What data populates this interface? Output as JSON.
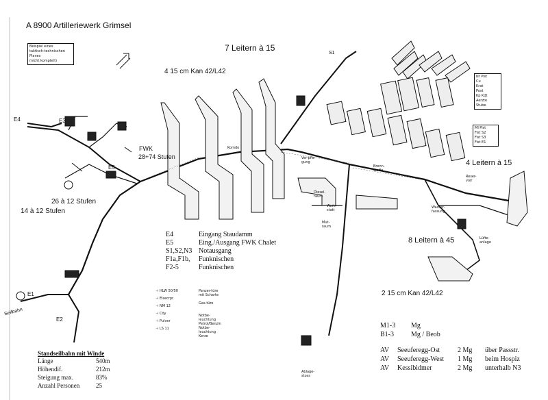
{
  "title": "A 8900   Artilleriewerk Grimsel",
  "note": [
    "Beispiel eines",
    "taktisch-technischen Planes",
    "(nicht komplett)"
  ],
  "gun_labels": {
    "gun4": "4   15 cm  Kan 42/L42",
    "gun2": "2   15 cm Kan  42/L42"
  },
  "handwritten": {
    "leitern7": "7 Leitern à 15",
    "leitern4": "4 Leitern à 15",
    "leitern8": "8 Leitern à 45",
    "stufen28": "28+74 Stufen",
    "stufen26": "26 à 12 Stufen",
    "stufen14": "14 à 12 Stufen",
    "fwk": "FWK",
    "seilbahn": "Seilbahn"
  },
  "entrances": {
    "e4": "E4",
    "e3": "E3",
    "e5": "E5",
    "e2": "E2",
    "e1": "E1",
    "s1": "S1"
  },
  "legend": [
    {
      "code": "E4",
      "desc": "Eingang Staudamm"
    },
    {
      "code": "E5",
      "desc": "Eing./Ausgang FWK Chalet"
    },
    {
      "code": "S1,S2,N3",
      "desc": "Notausgang"
    },
    {
      "code": "F1a,F1b,",
      "desc": "Funknischen"
    },
    {
      "code": "F2-5",
      "desc": "Funknischen"
    }
  ],
  "symbols": [
    "HLW 50/50",
    "Elsecrpr",
    "NM 12",
    "Cöy",
    "Pulver",
    "LS 11"
  ],
  "symbols2": [
    "Panzer-türe mit Scharte",
    "Gas-türe",
    "Notbe-leuchtung Petrol/Benzin",
    "Notbe-leuchtung Kerze"
  ],
  "mg": [
    {
      "code": "M1-3",
      "desc": "Mg"
    },
    {
      "code": "B1-3",
      "desc": "Mg / Beob"
    }
  ],
  "av": [
    {
      "code": "AV",
      "place": "Seeuferegg-Ost",
      "count": "2 Mg",
      "loc": "über Passstr."
    },
    {
      "code": "AV",
      "place": "Seeuferegg-West",
      "count": "1 Mg",
      "loc": "beim Hospiz"
    },
    {
      "code": "AV",
      "place": "Kessibidmer",
      "count": "2 Mg",
      "loc": "unterhalb N3"
    }
  ],
  "bahn": {
    "heading": "Standseilbahn mit Winde",
    "rows": [
      {
        "k": "Länge",
        "v": "540m"
      },
      {
        "k": "Höhendif.",
        "v": "212m"
      },
      {
        "k": "Steigung max.",
        "v": "83%"
      },
      {
        "k": "Anzahl Personen",
        "v": "25"
      }
    ]
  },
  "rooms": {
    "wasser": "Wasser-fassung",
    "reservoir": "Reser-voir",
    "brennstoff": "Brenn-stoffe",
    "verpflegung": "Ver-pfle-gung",
    "diesel": "Diesel-raum",
    "werkstatt": "Werk-statt",
    "kommando": "Komdo",
    "mutrauml": "Mut-raum",
    "lufte": "Lüfte-anlage",
    "ablage": "Ablage-stoss"
  },
  "room_boxes": {
    "b1": [
      "Nr Pist",
      "Cu",
      "Krat",
      "Post",
      "Kp Kdt",
      "Aerzte",
      "Stube"
    ],
    "b2": [
      "Ml Pist",
      "Fist S2",
      "Fist S3",
      "Fist E1"
    ]
  }
}
